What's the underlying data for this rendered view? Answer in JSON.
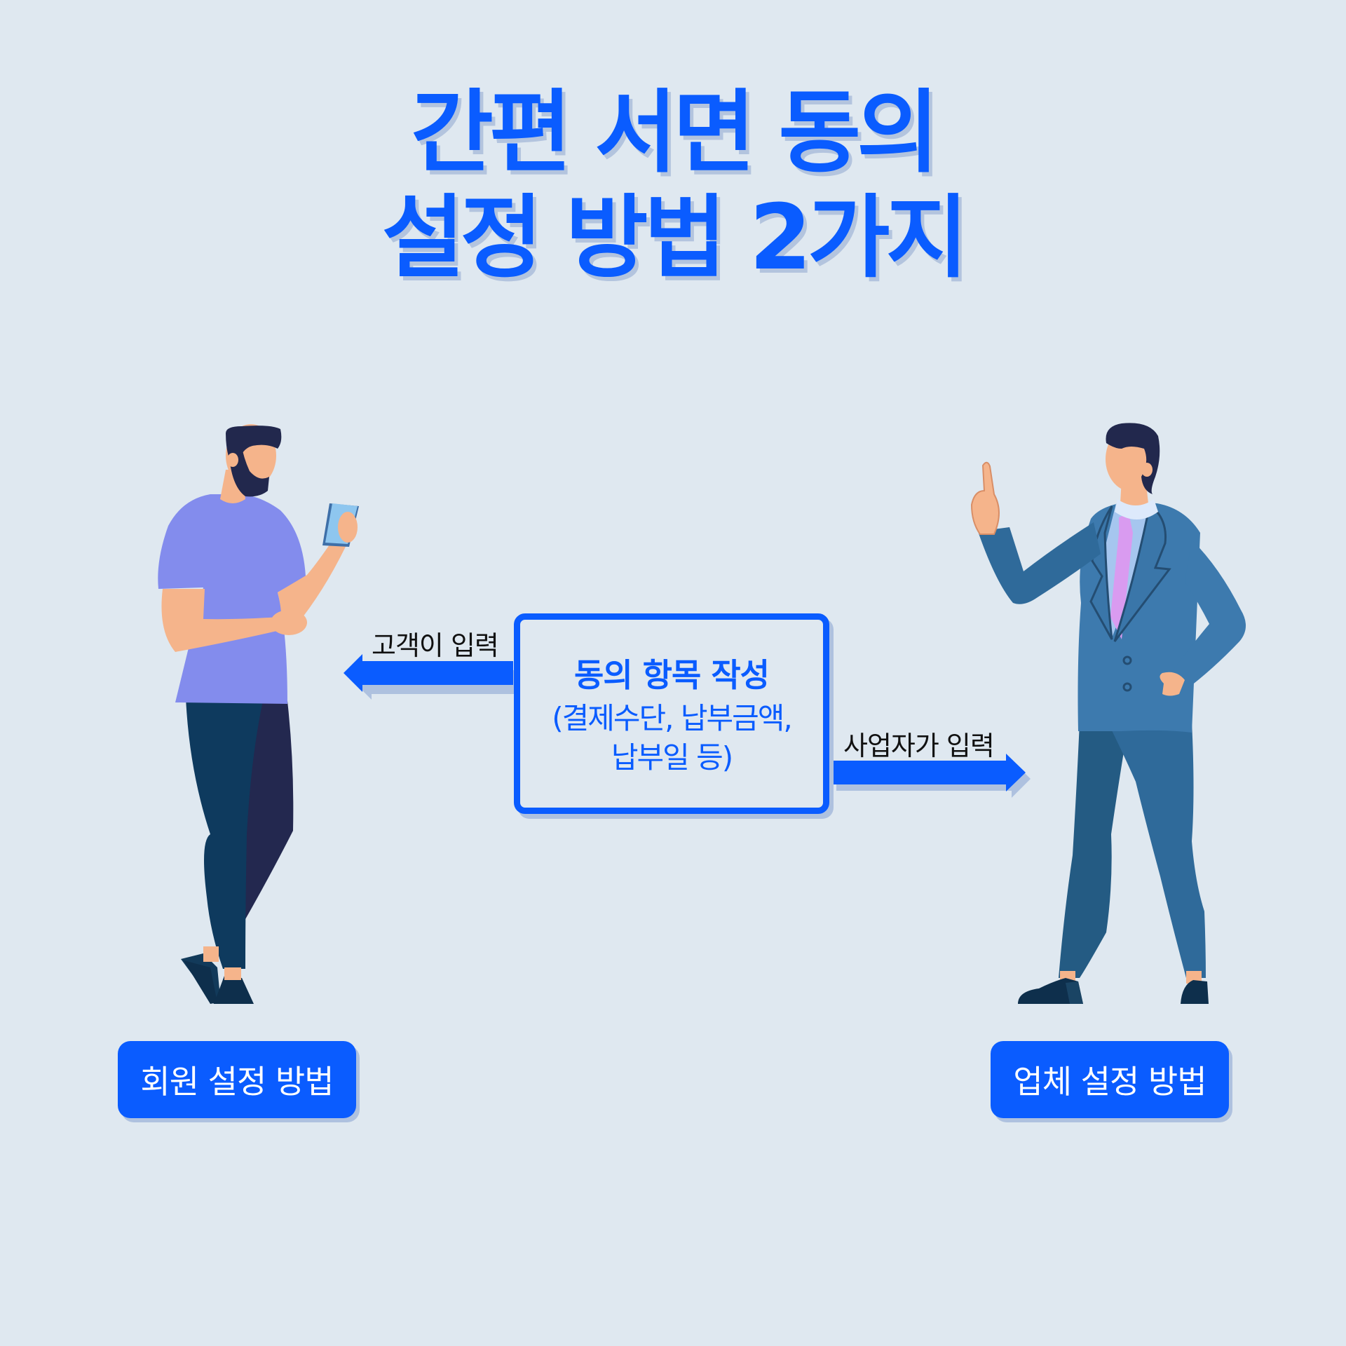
{
  "title": {
    "line1": "간편 서면 동의",
    "line2": "설정 방법 2가지"
  },
  "center_box": {
    "heading": "동의 항목 작성",
    "sub_line1": "(결제수단, 납부금액,",
    "sub_line2": "납부일 등)"
  },
  "arrows": {
    "left_label": "고객이 입력",
    "right_label": "사업자가 입력"
  },
  "buttons": {
    "left": "회원 설정 방법",
    "right": "업체 설정 방법"
  },
  "colors": {
    "background": "#dfe8f0",
    "accent": "#0a5cff",
    "shadow": "#aec1df"
  }
}
